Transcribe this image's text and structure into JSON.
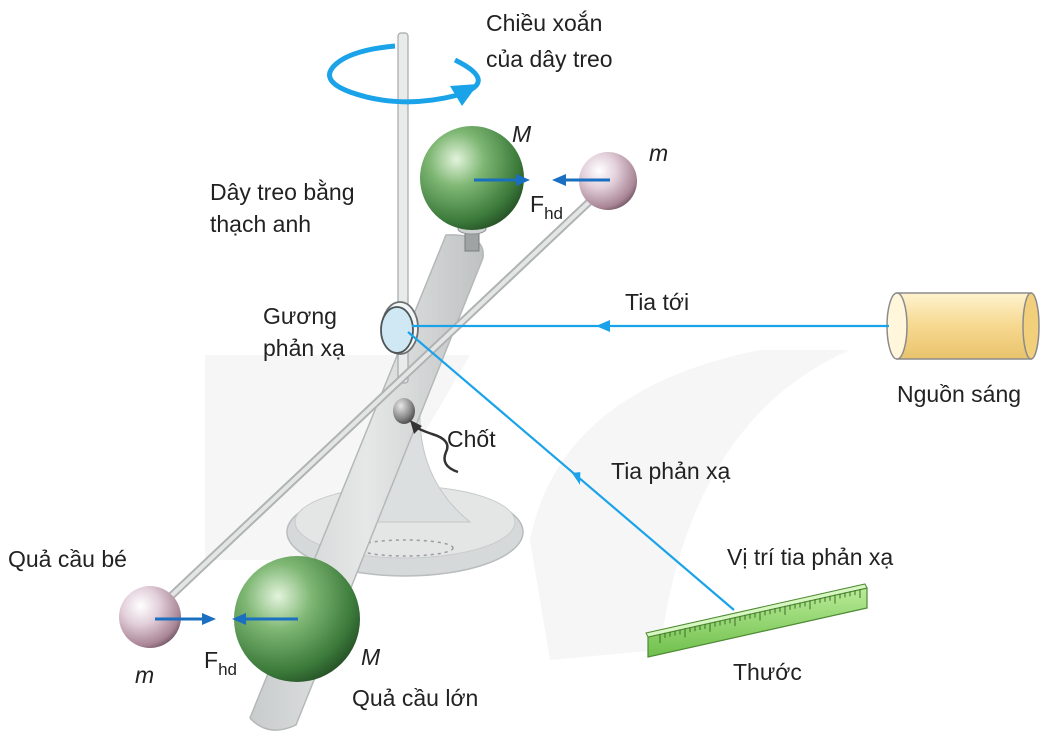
{
  "labels": {
    "twist_direction_line1": "Chiều xoắn",
    "twist_direction_line2": "của dây treo",
    "quartz_fiber_line1": "Dây treo bằng",
    "quartz_fiber_line2": "thạch anh",
    "mirror_line1": "Gương",
    "mirror_line2": "phản xạ",
    "incident_ray": "Tia tới",
    "light_source": "Nguồn sáng",
    "pivot": "Chốt",
    "reflected_ray": "Tia phản xạ",
    "reflected_position": "Vị trí tia phản xạ",
    "ruler": "Thước",
    "small_sphere": "Quả cầu bé",
    "large_sphere": "Quả cầu lớn",
    "mass_large": "M",
    "mass_small": "m",
    "force_main": "F",
    "force_sub": "hd"
  },
  "colors": {
    "ray": "#1aa3e8",
    "force_arrow": "#1a6fc0",
    "large_sphere": "#4f8f4c",
    "small_sphere": "#c9a8bb",
    "ruler": "#8cd36a",
    "light_source": "#f7dd9a",
    "apparatus": "#d9dcdc"
  }
}
